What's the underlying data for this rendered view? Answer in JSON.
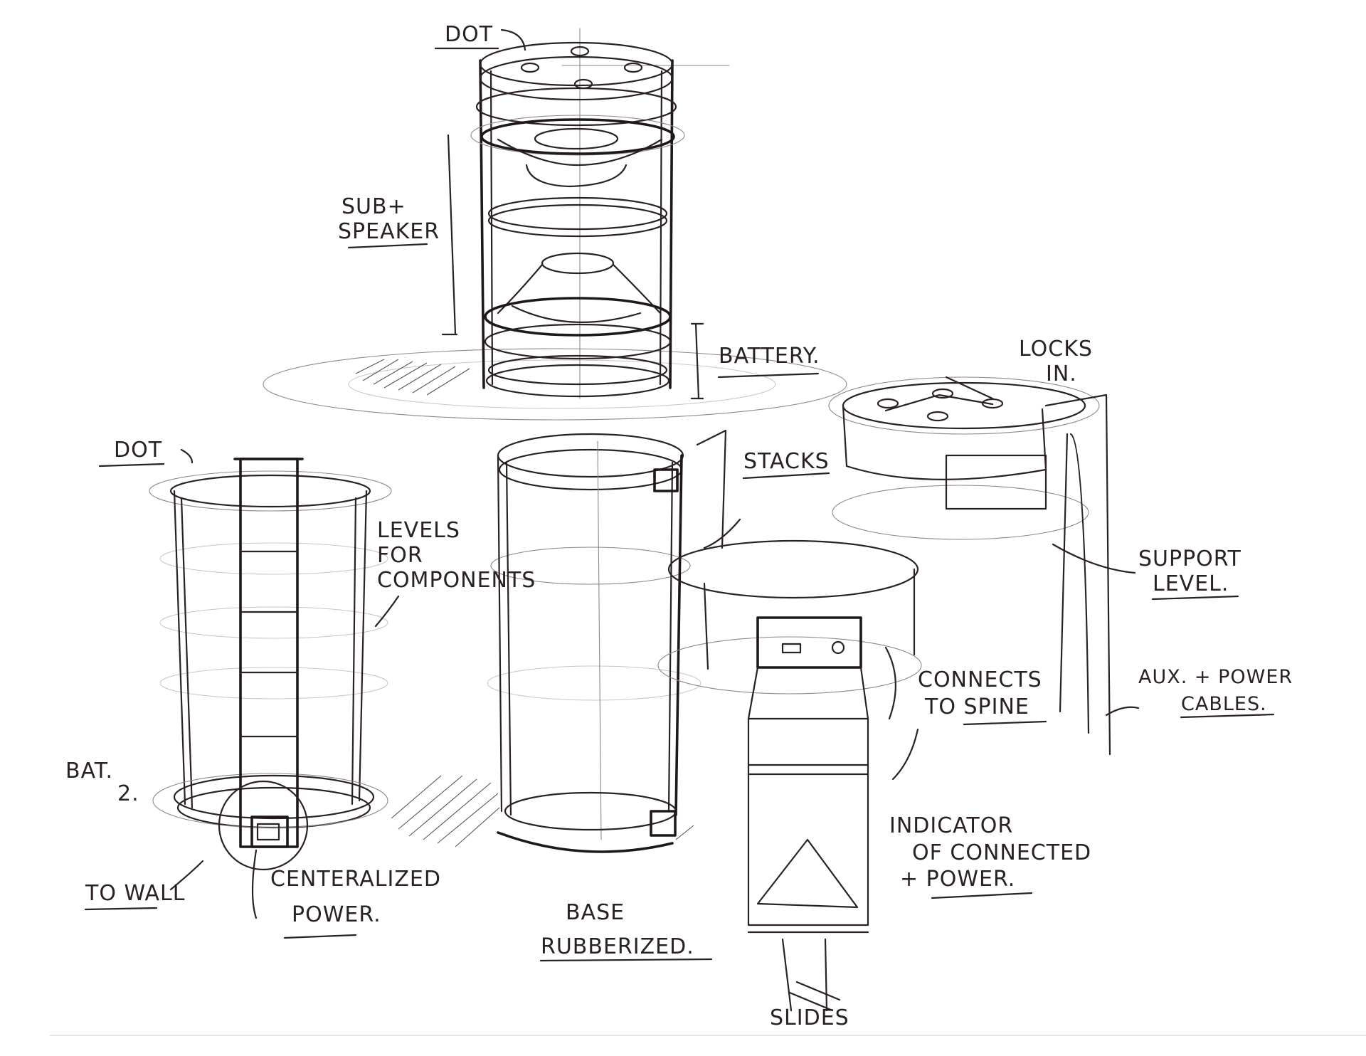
{
  "labels": {
    "dot_top": "DOT",
    "sub_speaker_1": "SUB+",
    "sub_speaker_2": "SPEAKER",
    "battery": "BATTERY.",
    "locks_in_1": "LOCKS",
    "locks_in_2": "IN.",
    "dot_left": "DOT",
    "stacks": "STACKS",
    "levels_1": "LEVELS",
    "levels_2": "FOR",
    "levels_3": "COMPONENTS",
    "support_1": "SUPPORT",
    "support_2": "LEVEL.",
    "connects_1": "CONNECTS",
    "connects_2": "TO SPINE",
    "aux_1": "AUX. + POWER",
    "aux_2": "CABLES.",
    "bat_1": "BAT.",
    "bat_2": "2.",
    "indicator_1": "INDICATOR",
    "indicator_2": "OF CONNECTED",
    "indicator_3": "+ POWER.",
    "to_wall": "TO WALL",
    "centralized_1": "CENTERALIZED",
    "centralized_2": "POWER.",
    "base_1": "BASE",
    "base_2": "RUBBERIZED.",
    "slides": "SLIDES"
  },
  "colors": {
    "ink": "#2a2222",
    "paper": "#ffffff"
  }
}
